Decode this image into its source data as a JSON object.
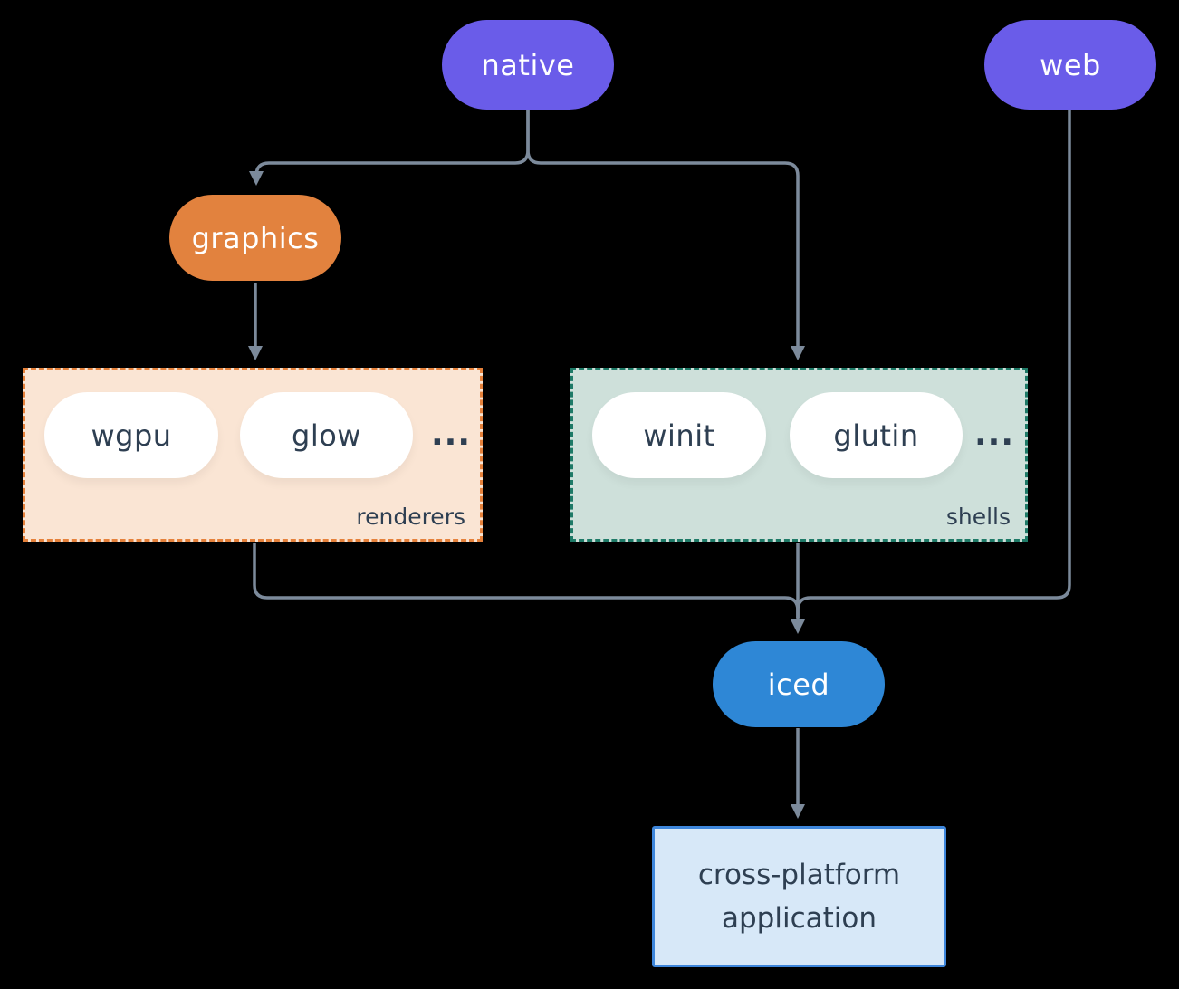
{
  "diagram": {
    "nodes": {
      "native": "native",
      "web": "web",
      "graphics": "graphics",
      "wgpu": "wgpu",
      "glow": "glow",
      "winit": "winit",
      "glutin": "glutin",
      "iced": "iced",
      "app_line1": "cross-platform",
      "app_line2": "application",
      "renderers_more": "...",
      "shells_more": "..."
    },
    "group_labels": {
      "renderers": "renderers",
      "shells": "shells"
    },
    "edges": [
      {
        "from": "native",
        "to": "graphics"
      },
      {
        "from": "native",
        "to": "shells"
      },
      {
        "from": "graphics",
        "to": "renderers"
      },
      {
        "from": "renderers",
        "to": "iced"
      },
      {
        "from": "shells",
        "to": "iced"
      },
      {
        "from": "web",
        "to": "iced"
      },
      {
        "from": "iced",
        "to": "cross-platform application"
      }
    ],
    "colors": {
      "background": "#000000",
      "purple": "#6A5CE9",
      "orange": "#E2823E",
      "blue": "#2E87D6",
      "peach_fill": "#FAE5D4",
      "peach_border": "#E5813B",
      "sage_fill": "#CEE0DA",
      "sage_border": "#1E7A67",
      "lightblue_fill": "#D7E8F8",
      "lightblue_border": "#3E86DB",
      "slate_text": "#2E3F52",
      "line": "#7C8A9B",
      "white": "#FFFFFF"
    }
  }
}
